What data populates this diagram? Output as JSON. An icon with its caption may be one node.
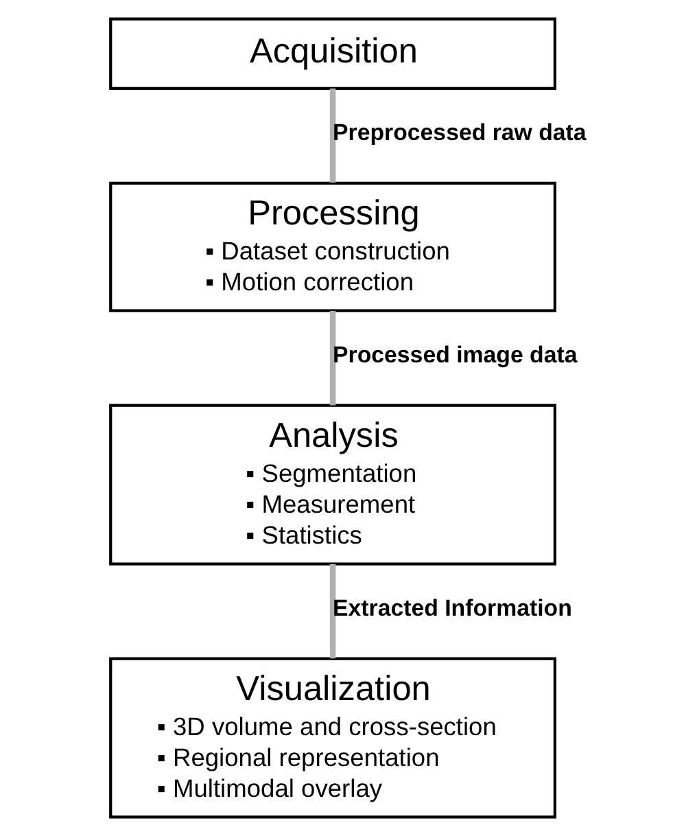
{
  "diagram": {
    "nodes": [
      {
        "text": [
          "Acquisition"
        ]
      },
      {
        "text": [
          "Processing",
          "▪ Dataset construction",
          "▪ Motion correction"
        ]
      },
      {
        "text": [
          "Analysis",
          "▪ Segmentation",
          "▪ Measurement",
          "▪ Statistics"
        ]
      },
      {
        "text": [
          "Visualization",
          "▪ 3D volume and cross-section",
          "▪ Regional representation",
          "▪ Multimodal overlay"
        ]
      }
    ],
    "edges": [
      {
        "from": 0,
        "to": 1,
        "arrow": "none",
        "label": "Preprocessed raw data"
      },
      {
        "from": 1,
        "to": 2,
        "arrow": "none",
        "label": "Processed image data"
      },
      {
        "from": 2,
        "to": 3,
        "arrow": "none",
        "label": "Extracted Information"
      }
    ]
  }
}
